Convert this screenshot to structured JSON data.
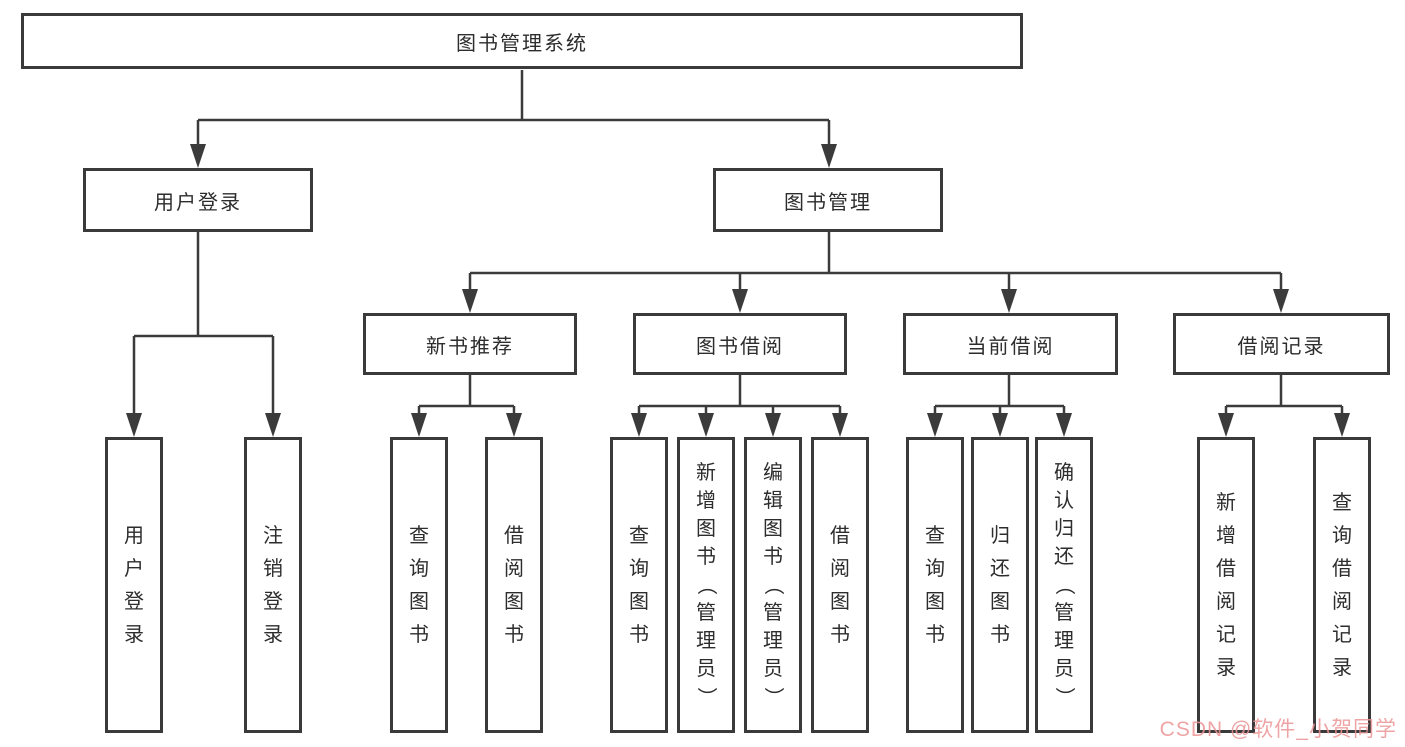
{
  "diagram": {
    "title": "图书管理系统",
    "nodes": {
      "root": {
        "label": "图书管理系统"
      },
      "level2": [
        {
          "label": "用户登录"
        },
        {
          "label": "图书管理"
        }
      ],
      "level3": [
        {
          "label": "新书推荐",
          "parent": "图书管理"
        },
        {
          "label": "图书借阅",
          "parent": "图书管理"
        },
        {
          "label": "当前借阅",
          "parent": "图书管理"
        },
        {
          "label": "借阅记录",
          "parent": "图书管理"
        }
      ],
      "leaves": [
        {
          "label": "用户登录",
          "parent": "用户登录"
        },
        {
          "label": "注销登录",
          "parent": "用户登录"
        },
        {
          "label": "查询图书",
          "parent": "新书推荐"
        },
        {
          "label": "借阅图书",
          "parent": "新书推荐"
        },
        {
          "label": "查询图书",
          "parent": "图书借阅"
        },
        {
          "label": "新增图书（管理员）",
          "parent": "图书借阅"
        },
        {
          "label": "编辑图书（管理员）",
          "parent": "图书借阅"
        },
        {
          "label": "借阅图书",
          "parent": "图书借阅"
        },
        {
          "label": "查询图书",
          "parent": "当前借阅"
        },
        {
          "label": "归还图书",
          "parent": "当前借阅"
        },
        {
          "label": "确认归还（管理员）",
          "parent": "当前借阅"
        },
        {
          "label": "新增借阅记录",
          "parent": "借阅记录"
        },
        {
          "label": "查询借阅记录",
          "parent": "借阅记录"
        }
      ]
    },
    "colors": {
      "line": "#3b3b3b",
      "box_border": "#3a3a3a",
      "text": "#2d2d2d",
      "background": "#ffffff"
    }
  },
  "watermark": {
    "text": "CSDN @软件_小贺同学",
    "color": "#ec9595"
  }
}
